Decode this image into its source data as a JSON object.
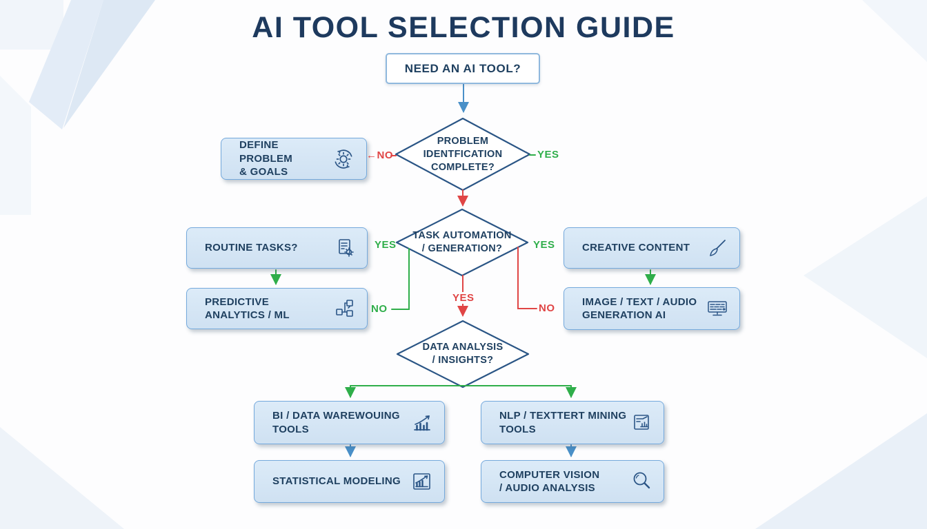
{
  "title": "AI TOOL SELECTION GUIDE",
  "colors": {
    "navy_text": "#1f4060",
    "diamond_border": "#2a5585",
    "box_fill": "#d5e5f5",
    "box_border": "#74a9dc",
    "yes_green": "#2fae4a",
    "no_red": "#e04545",
    "arrow_blue": "#4a90c8"
  },
  "nodes": {
    "start": {
      "label": "NEED AN AI TOOL?"
    },
    "d1": {
      "label": "PROBLEM\nIDENTFICATION\nCOMPLETE?"
    },
    "d2": {
      "label": "TASK AUTOMATION\n/ GENERATION?"
    },
    "d3": {
      "label": "DATA ANALYSIS\n/ INSIGHTS?"
    },
    "define_problem": {
      "label": "DEFINE PROBLEM\n& GOALS",
      "icon": "gear-refresh-icon"
    },
    "routine_tasks": {
      "label": "ROUTINE TASKS?",
      "icon": "document-gear-icon"
    },
    "predictive": {
      "label": "PREDICTIVE ANALYTICS / ML",
      "icon": "blocks-icon"
    },
    "creative": {
      "label": "CREATIVE CONTENT",
      "icon": "paintbrush-icon"
    },
    "generation_ai": {
      "label": "IMAGE / TEXT / AUDIO\nGENERATION AI",
      "icon": "monitor-text-icon"
    },
    "bi_tools": {
      "label": "BI / DATA WAREWOUING TOOLS",
      "icon": "bar-chart-arrow-icon"
    },
    "nlp_tools": {
      "label": "NLP / TEXTTERT MINING TOOLS",
      "icon": "document-chart-icon"
    },
    "statistical": {
      "label": "STATISTICAL MODELING",
      "icon": "line-chart-icon"
    },
    "vision": {
      "label": "COMPUTER VISION\n/ AUDIO ANALYSIS",
      "icon": "magnifier-icon"
    }
  },
  "edge_labels": {
    "d1_no": "←NO",
    "d1_yes": "YES",
    "d2_yes_left": "YES",
    "d2_yes_right": "YES",
    "d2_yes_down": "YES",
    "d2_no_left": "NO",
    "d2_no_right": "NO"
  }
}
